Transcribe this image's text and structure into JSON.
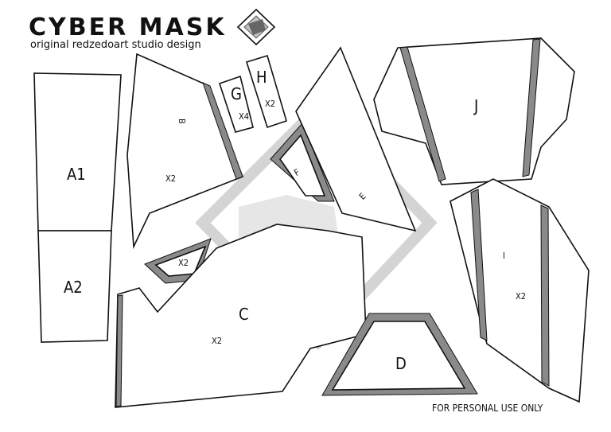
{
  "header": {
    "title": "CYBER MASK",
    "subtitle": "original redzedoart studio design"
  },
  "pieces": {
    "a1": "A1",
    "a2": "A2",
    "b": "B",
    "b_qty": "X2",
    "g": "G",
    "g_qty": "X4",
    "h": "H",
    "h_qty": "X2",
    "f": "F",
    "e": "E",
    "j": "J",
    "i": "I",
    "i_qty": "X2",
    "c": "C",
    "c_qty": "X2",
    "small_qty": "X2",
    "d": "D"
  },
  "footer": {
    "note": "FOR PERSONAL USE ONLY"
  }
}
